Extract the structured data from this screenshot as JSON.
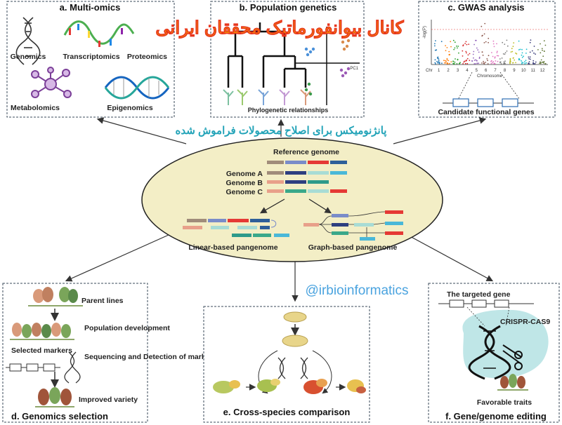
{
  "overlay": {
    "persian_banner": "کانال بیوانفورماتیک محققان ایرانی",
    "persian_subtitle": "پانژنومیکس برای اصلاح محصولات فراموش شده",
    "handle": "@irbioinformatics"
  },
  "center": {
    "reference_title": "Reference genome",
    "genomes": [
      "Genome A",
      "Genome B",
      "Genome C"
    ],
    "linear_label": "Linear-based pangenome",
    "graph_label": "Graph-based pangenome"
  },
  "panels": {
    "a": {
      "title": "a. Multi-omics",
      "items": [
        "Genomics",
        "Transcriptomics",
        "Proteomics",
        "Metabolomics",
        "Epigenomics"
      ]
    },
    "b": {
      "title": "b. Population genetics",
      "pc_label": "PC1",
      "caption": "Phylogenetic relationships"
    },
    "c": {
      "title": "c. GWAS analysis",
      "y_axis": "-log(P)",
      "chr_label": "Chr",
      "chromosomes": [
        "1",
        "2",
        "3",
        "4",
        "5",
        "6",
        "7",
        "8",
        "9",
        "10",
        "11",
        "12"
      ],
      "x_axis": "Chromosome",
      "caption": "Candidate functional genes"
    },
    "d": {
      "title": "d. Genomics selection",
      "steps": [
        "Parent lines",
        "Population development",
        "Sequencing and Detection of markers",
        "Improved variety"
      ],
      "markers_label": "Selected markers"
    },
    "e": {
      "title": "e. Cross-species comparison"
    },
    "f": {
      "title": "f. Gene/genome editing",
      "targeted_gene": "The targeted gene",
      "crispr": "CRISPR-CAS9",
      "favorable": "Favorable traits"
    }
  },
  "colors": {
    "ellipse_fill": "#f3eec6",
    "panel_border": "#3a4a5a",
    "banner_orange": "#f4b400",
    "banner_red": "#e8341c",
    "handle_blue": "#4aa3df",
    "crispr_bg": "#bfe6e7"
  }
}
